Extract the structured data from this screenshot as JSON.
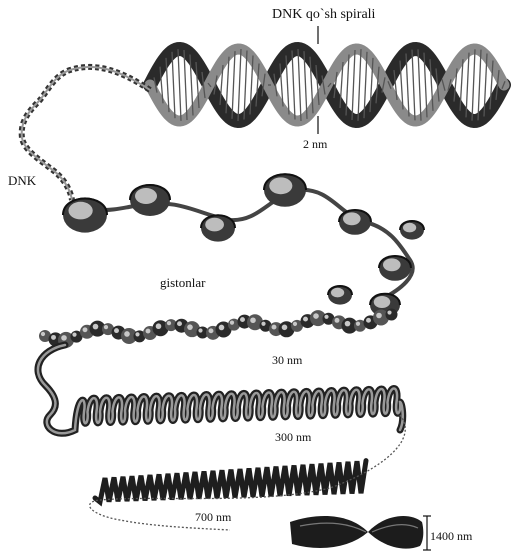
{
  "labels": {
    "dna_double_helix": "DNK qo`sh spirali",
    "dna_width": "2 nm",
    "dna": "DNK",
    "histones": "gistonlar",
    "fiber_30": "30 nm",
    "fiber_300": "300 nm",
    "fiber_700": "700 nm",
    "chromosome_1400": "1400 nm"
  },
  "colors": {
    "ink": "#111111",
    "dark": "#2a2a2a",
    "mid": "#7a7a7a",
    "light": "#c8c8c8",
    "background": "#ffffff"
  }
}
